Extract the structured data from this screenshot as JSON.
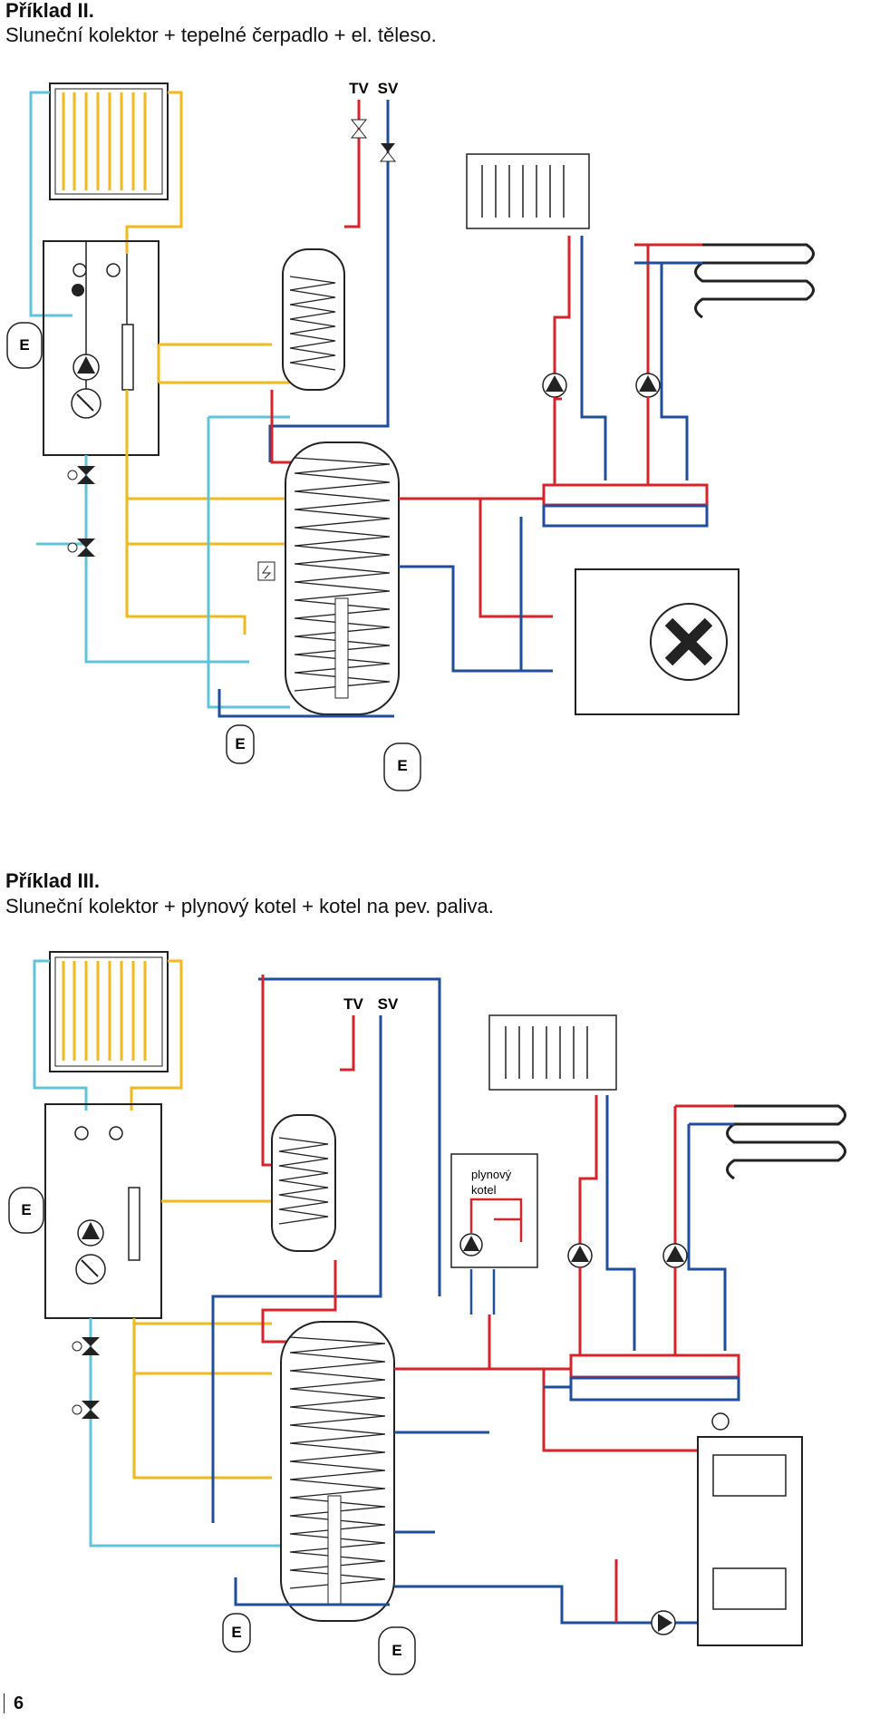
{
  "example2": {
    "title": "Příklad II.",
    "subtitle": "Sluneční kolektor + tepelné čerpadlo + el. těleso.",
    "labels": {
      "hot_water": "TV",
      "cold_water": "SV",
      "expansion": "E"
    }
  },
  "example3": {
    "title": "Příklad III.",
    "subtitle": "Sluneční kolektor + plynový kotel + kotel na pev. paliva.",
    "labels": {
      "hot_water": "TV",
      "cold_water": "SV",
      "expansion": "E",
      "gas_boiler_line1": "plynový",
      "gas_boiler_line2": "kotel"
    }
  },
  "page_number": "6",
  "colors": {
    "hot": "#d8232a",
    "cold": "#1f4e9c",
    "solar": "#f2b81d",
    "solar_return": "#5fc4d9",
    "outline": "#222222"
  },
  "icons": [
    "solar-collector-icon",
    "radiator-icon",
    "underfloor-heating-icon",
    "pump-icon",
    "valve-icon",
    "three-way-valve-icon",
    "expansion-vessel-icon",
    "thermometer-icon",
    "manometer-icon",
    "heat-pump-icon",
    "electric-heater-icon",
    "boiler-icon"
  ]
}
